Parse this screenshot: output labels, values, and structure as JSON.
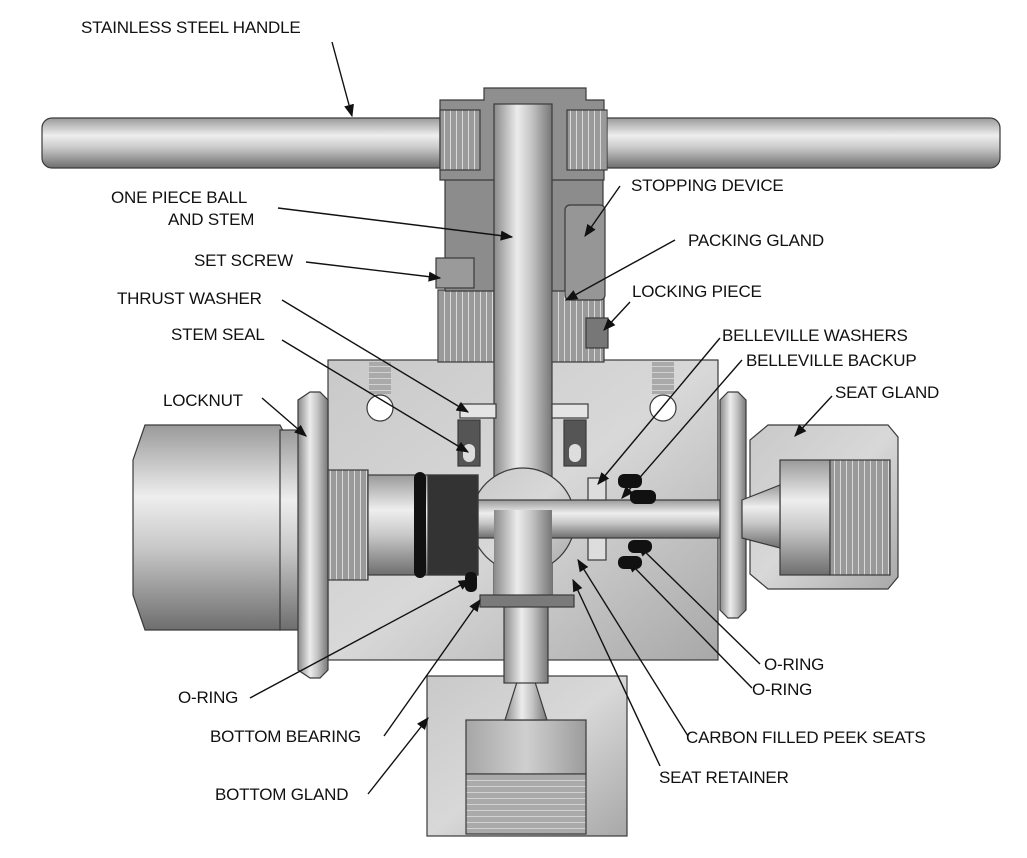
{
  "title": "Valve cross-section diagram",
  "labels": {
    "stainless_steel_handle": "STAINLESS STEEL HANDLE",
    "one_piece_ball_stem_1": "ONE PIECE BALL",
    "one_piece_ball_stem_2": "AND STEM",
    "set_screw": "SET SCREW",
    "thrust_washer": "THRUST WASHER",
    "stem_seal": "STEM SEAL",
    "locknut": "LOCKNUT",
    "stopping_device": "STOPPING DEVICE",
    "packing_gland": "PACKING GLAND",
    "locking_piece": "LOCKING PIECE",
    "belleville_washers": "BELLEVILLE WASHERS",
    "belleville_backup": "BELLEVILLE BACKUP",
    "seat_gland": "SEAT GLAND",
    "o_ring_left": "O-RING",
    "bottom_bearing": "BOTTOM BEARING",
    "bottom_gland": "BOTTOM GLAND",
    "o_ring_right_1": "O-RING",
    "o_ring_right_2": "O-RING",
    "carbon_filled_peek_seats": "CARBON FILLED PEEK SEATS",
    "seat_retainer": "SEAT RETAINER"
  },
  "colors": {
    "metal_light": "#e6e6e6",
    "metal_mid": "#b4b4b4",
    "metal_dark": "#7c7c7c",
    "seal_black": "#111111",
    "text": "#111111"
  }
}
